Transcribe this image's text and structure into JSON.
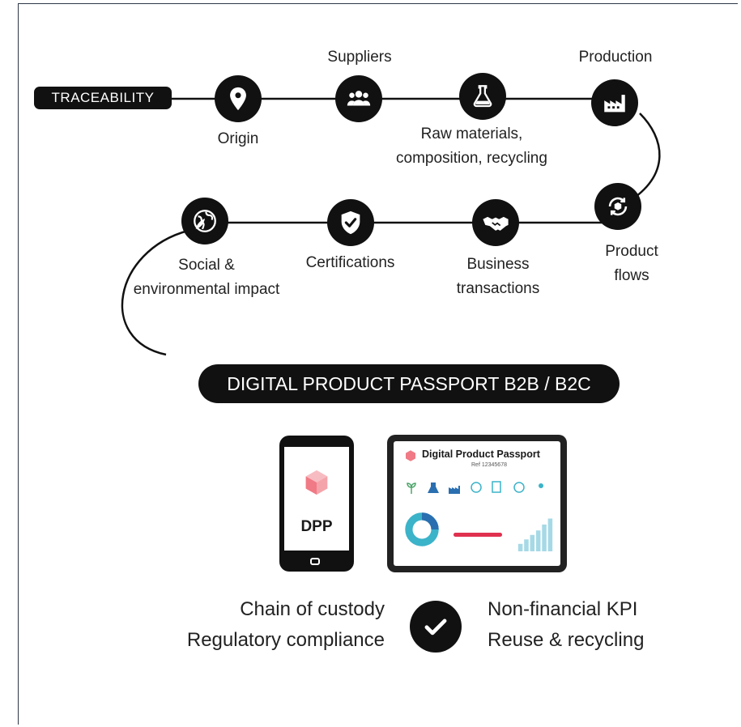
{
  "traceability_label": "TRACEABILITY",
  "steps": {
    "origin": "Origin",
    "suppliers": "Suppliers",
    "raw_materials": [
      "Raw materials,",
      "composition, recycling"
    ],
    "production": "Production",
    "product_flows": [
      "Product",
      "flows"
    ],
    "business_transactions": [
      "Business",
      "transactions"
    ],
    "certifications": "Certifications",
    "social_impact": [
      "Social &",
      "environmental impact"
    ]
  },
  "dpp_banner": "DIGITAL PRODUCT PASSPORT B2B / B2C",
  "phone": {
    "label": "DPP"
  },
  "tablet": {
    "title": "Digital Product Passport",
    "ref": "Ref 12345678"
  },
  "benefits_left": [
    "Chain of custody",
    "Regulatory compliance"
  ],
  "benefits_right": [
    "Non-financial KPI",
    "Reuse & recycling"
  ],
  "colors": {
    "dark": "#111111",
    "accent_pink": "#f07a85",
    "accent_teal": "#3bb3c9",
    "accent_blue": "#2a6fb0"
  },
  "icons": [
    "location-pin-icon",
    "users-group-icon",
    "flask-icon",
    "factory-icon",
    "cycle-box-icon",
    "handshake-icon",
    "shield-check-icon",
    "globe-leaf-icon",
    "check-circle-icon",
    "cube-icon"
  ]
}
